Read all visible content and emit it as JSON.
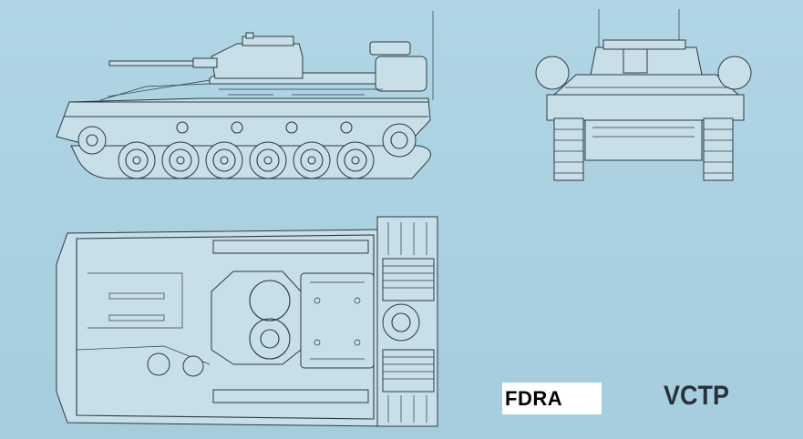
{
  "labels": {
    "country_tag": "FDRA",
    "designation": "VCTP"
  },
  "views": [
    {
      "name": "side-view"
    },
    {
      "name": "front-view"
    },
    {
      "name": "top-view"
    }
  ],
  "colors": {
    "background": "#a9d0e0",
    "linework": "#2b3a42",
    "tag_background": "#ffffff"
  }
}
